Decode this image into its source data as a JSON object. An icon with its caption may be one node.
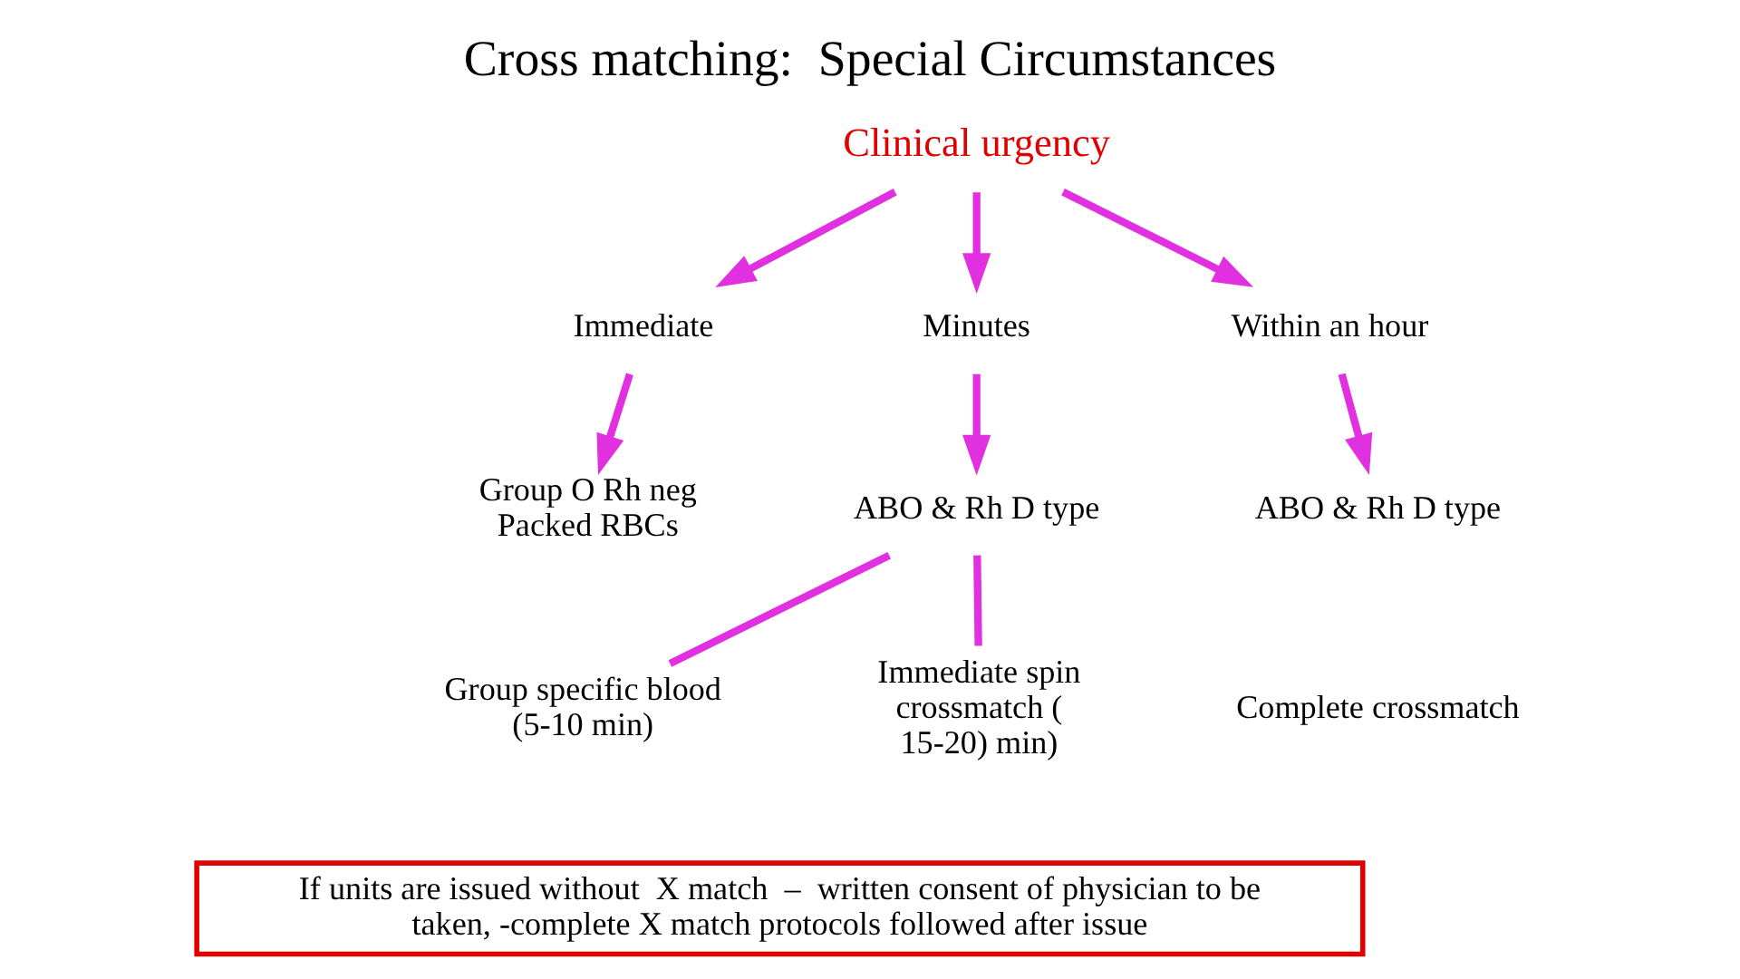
{
  "diagram": {
    "title": "Cross matching:  Special Circumstances",
    "nodes": [
      {
        "text": [
          "Clinical urgency"
        ]
      },
      {
        "text": [
          "Immediate"
        ]
      },
      {
        "text": [
          "Minutes"
        ]
      },
      {
        "text": [
          "Within an hour"
        ]
      },
      {
        "text": [
          "Group O Rh neg Packed RBCs"
        ]
      },
      {
        "text": [
          "ABO & Rh D type"
        ]
      },
      {
        "text": [
          "ABO & Rh D type"
        ]
      },
      {
        "text": [
          "Group specific blood (5-10 min)"
        ]
      },
      {
        "text": [
          "Immediate spin crossmatch ( 15-20) min)"
        ]
      },
      {
        "text": [
          "Complete crossmatch"
        ]
      },
      {
        "text": [
          "If units are issued without  X match  –  written consent of physician to be taken, -complete X match protocols followed after issue"
        ]
      }
    ],
    "edges": [
      {
        "from": 0,
        "to": 1,
        "arrow": "to"
      },
      {
        "from": 0,
        "to": 2,
        "arrow": "to"
      },
      {
        "from": 0,
        "to": 3,
        "arrow": "to"
      },
      {
        "from": 1,
        "to": 4,
        "arrow": "to"
      },
      {
        "from": 2,
        "to": 5,
        "arrow": "to"
      },
      {
        "from": 3,
        "to": 6,
        "arrow": "to"
      },
      {
        "from": 5,
        "to": 7,
        "arrow": "none"
      },
      {
        "from": 5,
        "to": 8,
        "arrow": "none"
      }
    ]
  }
}
